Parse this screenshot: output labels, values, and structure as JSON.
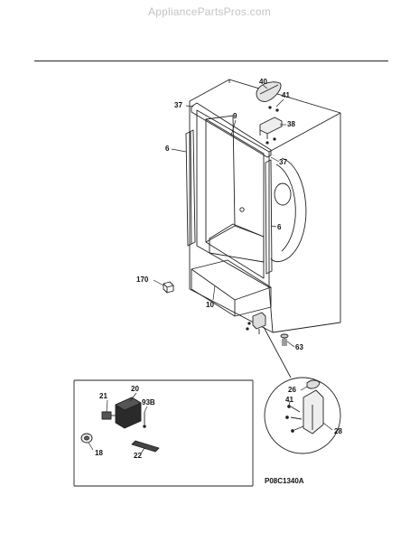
{
  "watermark": "AppliancePartsPros.com",
  "diagram_code": "P08C1340A",
  "callouts": {
    "c40": "40",
    "c41a": "41",
    "c37a": "37",
    "c9": "9",
    "c38": "38",
    "c6a": "6",
    "c37b": "37",
    "c6b": "6",
    "c170": "170",
    "c10": "10",
    "c63": "63",
    "c20": "20",
    "c21": "21",
    "c93b": "93B",
    "c18": "18",
    "c22": "22",
    "c26": "26",
    "c41b": "41",
    "c28": "28"
  }
}
